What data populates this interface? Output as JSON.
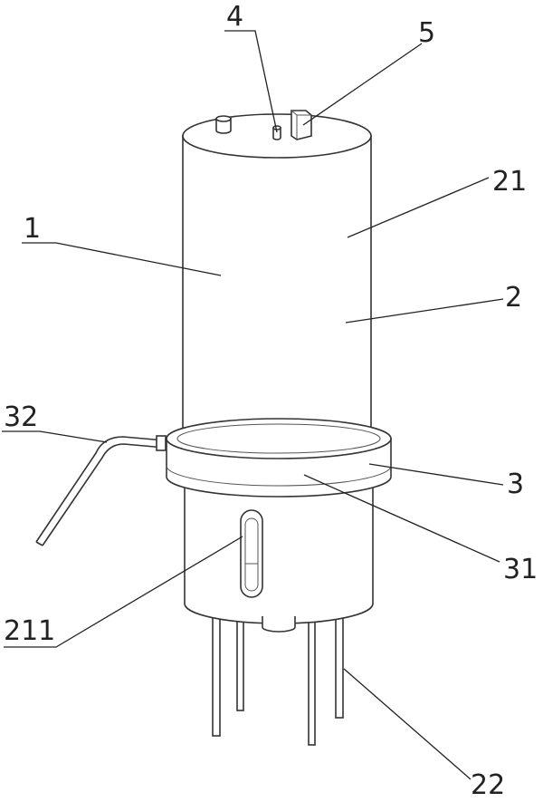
{
  "labels": {
    "l4": "4",
    "l5": "5",
    "l21": "21",
    "l1": "1",
    "l2": "2",
    "l32": "32",
    "l3": "3",
    "l31": "31",
    "l211": "211",
    "l22": "22"
  }
}
